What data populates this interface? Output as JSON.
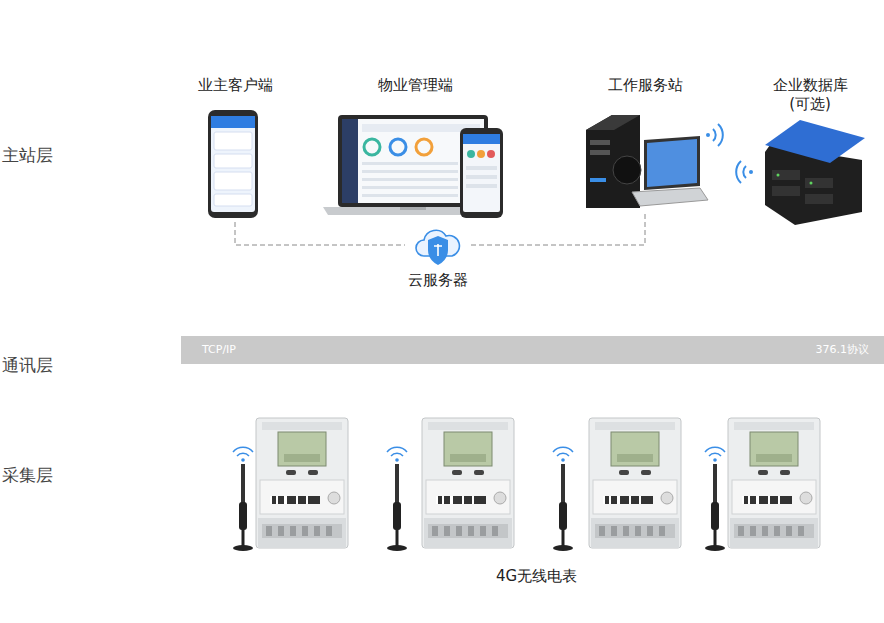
{
  "diagram": {
    "nodes": [
      {
        "text": [
          "业主客户端"
        ]
      },
      {
        "text": [
          "物业管理端"
        ]
      },
      {
        "text": [
          "工作服务站"
        ]
      },
      {
        "text": [
          "企业数据库 (可选)"
        ]
      },
      {
        "text": [
          "云服务器"
        ]
      },
      {
        "text": [
          "TCP/IP",
          "376.1协议"
        ]
      }
    ],
    "edges": [
      {
        "from": 0,
        "to": 4,
        "arrow": "none"
      },
      {
        "from": 4,
        "to": 2,
        "arrow": "none"
      }
    ],
    "labels": [
      "主站层",
      "通讯层",
      "采集层",
      "4G无线电表"
    ]
  }
}
